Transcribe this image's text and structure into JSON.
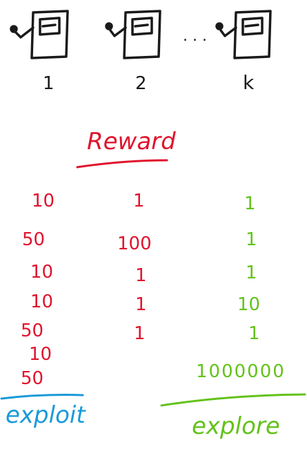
{
  "arms": {
    "labels": [
      "1",
      "2",
      "k"
    ],
    "ellipsis": ". . ."
  },
  "reward_header": "Reward",
  "columns": {
    "arm1": [
      "10",
      "50",
      "10",
      "10",
      "50",
      "10",
      "50"
    ],
    "arm2": [
      "1",
      "100",
      "1",
      "1",
      "1"
    ],
    "armk": [
      "1",
      "1",
      "1",
      "10",
      "1",
      "1000000"
    ]
  },
  "footer": {
    "left": "exploit",
    "right": "explore"
  },
  "colors": {
    "ink": "#1a1a1a",
    "reward_red": "#e0142d",
    "explore_green": "#63c21b",
    "exploit_blue": "#1a9ad9"
  }
}
